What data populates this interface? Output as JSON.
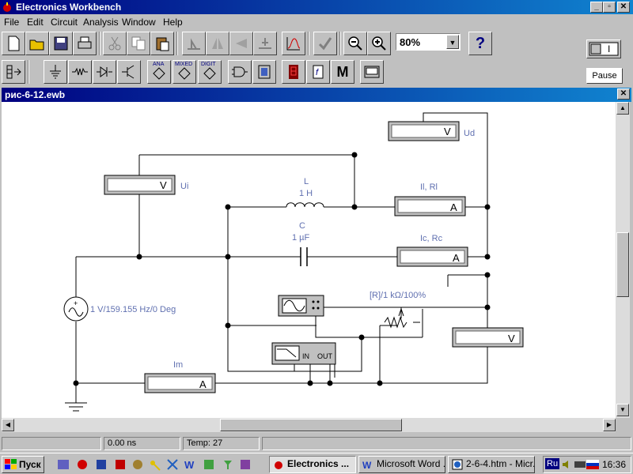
{
  "window": {
    "title": "Electronics Workbench"
  },
  "menu": [
    "File",
    "Edit",
    "Circuit",
    "Analysis",
    "Window",
    "Help"
  ],
  "toolbar": {
    "zoom": "80%",
    "help_label": "?",
    "pause_label": "Pause",
    "power_label": "I"
  },
  "parts_bin": {
    "ana": "ANA",
    "mixed": "MIXED",
    "digit": "DIGIT",
    "misc": "M"
  },
  "document": {
    "title": "рис-6-12.ewb"
  },
  "circuit": {
    "source_label": "1 V/159.155 Hz/0 Deg",
    "inductor_name": "L",
    "inductor_value": "1 H",
    "capacitor_name": "C",
    "capacitor_value": "1 µF",
    "pot_label": "[R]/1 kΩ/100%",
    "meter_ui": "Ui",
    "meter_ud": "Ud",
    "meter_il": "Il, Rl",
    "meter_ic": "Ic, Rc",
    "meter_im": "Im",
    "volt_letter": "V",
    "amp_letter": "A",
    "bode_in": "IN",
    "bode_out": "OUT"
  },
  "status": {
    "time": "0.00 ns",
    "temp": "Temp:  27"
  },
  "taskbar": {
    "start": "Пуск",
    "tasks": [
      "Electronics ...",
      "Microsoft Word ...",
      "2-6-4.htm - Micr..."
    ],
    "lang": "Ru",
    "clock": "16:36"
  }
}
